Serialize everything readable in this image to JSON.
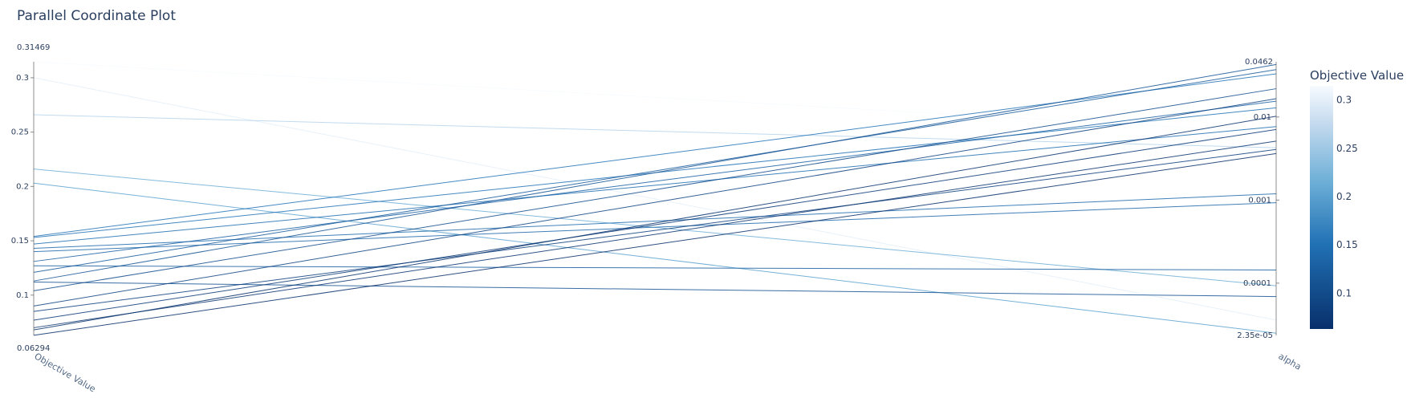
{
  "colors": {
    "scale": [
      [
        "#08306b",
        0.0
      ],
      [
        "#2171b5",
        0.35
      ],
      [
        "#6baed6",
        0.6
      ],
      [
        "#c6dbef",
        0.85
      ],
      [
        "#f7fbff",
        1.0
      ]
    ]
  },
  "chart_data": {
    "type": "parallel_coordinates",
    "title": "Parallel Coordinate Plot",
    "dimensions": [
      {
        "label": "Objective Value",
        "scale": "linear",
        "range": [
          0.06294,
          0.31469
        ],
        "range_labels": [
          "0.06294",
          "0.31469"
        ],
        "ticks": [
          {
            "value": 0.1,
            "label": "0.1"
          },
          {
            "value": 0.15,
            "label": "0.15"
          },
          {
            "value": 0.2,
            "label": "0.2"
          },
          {
            "value": 0.25,
            "label": "0.25"
          },
          {
            "value": 0.3,
            "label": "0.3"
          }
        ]
      },
      {
        "label": "alpha",
        "scale": "log",
        "range": [
          2.35e-05,
          0.0462
        ],
        "range_labels": [
          "2.35e-05",
          "0.0462"
        ],
        "ticks": [
          {
            "value": 0.0001,
            "label": "0.0001"
          },
          {
            "value": 0.001,
            "label": "0.001"
          },
          {
            "value": 0.01,
            "label": "0.01"
          }
        ]
      }
    ],
    "lines": [
      {
        "objective": 0.31469,
        "alpha": 0.00646
      },
      {
        "objective": 0.3,
        "alpha": 3.6e-05
      },
      {
        "objective": 0.266,
        "alpha": 0.00427
      },
      {
        "objective": 0.216,
        "alpha": 9.3e-05
      },
      {
        "objective": 0.203,
        "alpha": 2.5e-05
      },
      {
        "objective": 0.154,
        "alpha": 0.0331
      },
      {
        "objective": 0.153,
        "alpha": 0.0129
      },
      {
        "objective": 0.147,
        "alpha": 0.00767
      },
      {
        "objective": 0.143,
        "alpha": 0.00119
      },
      {
        "objective": 0.14,
        "alpha": 0.00093
      },
      {
        "objective": 0.131,
        "alpha": 0.0155
      },
      {
        "objective": 0.127,
        "alpha": 0.000144
      },
      {
        "objective": 0.121,
        "alpha": 0.0372
      },
      {
        "objective": 0.113,
        "alpha": 0.0429
      },
      {
        "objective": 0.112,
        "alpha": 6.9e-05
      },
      {
        "objective": 0.104,
        "alpha": 0.0219
      },
      {
        "objective": 0.09,
        "alpha": 0.0166
      },
      {
        "objective": 0.085,
        "alpha": 0.00407
      },
      {
        "objective": 0.077,
        "alpha": 0.00708
      },
      {
        "objective": 0.07,
        "alpha": 0.00513
      },
      {
        "objective": 0.068,
        "alpha": 0.0102
      },
      {
        "objective": 0.063,
        "alpha": 0.00363
      }
    ],
    "colorbar": {
      "title": "Objective Value",
      "ticks": [
        {
          "value": 0.1,
          "label": "0.1"
        },
        {
          "value": 0.15,
          "label": "0.15"
        },
        {
          "value": 0.2,
          "label": "0.2"
        },
        {
          "value": 0.25,
          "label": "0.25"
        },
        {
          "value": 0.3,
          "label": "0.3"
        }
      ]
    }
  }
}
